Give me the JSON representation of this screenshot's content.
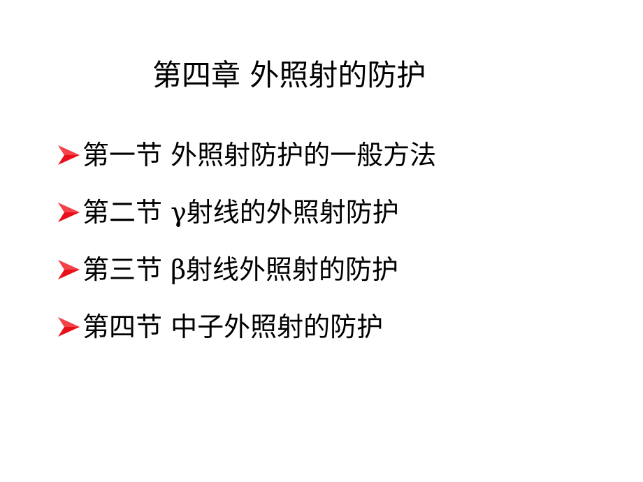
{
  "slide": {
    "title": "第四章  外照射的防护",
    "bullet_icon": "red-arrowhead-icon",
    "bullet_color": "#e8101a",
    "items": [
      {
        "text": "第一节  外照射防护的一般方法"
      },
      {
        "text": "第二节  γ射线的外照射防护"
      },
      {
        "text": "第三节   β射线外照射的防护"
      },
      {
        "text": "第四节   中子外照射的防护"
      }
    ]
  }
}
